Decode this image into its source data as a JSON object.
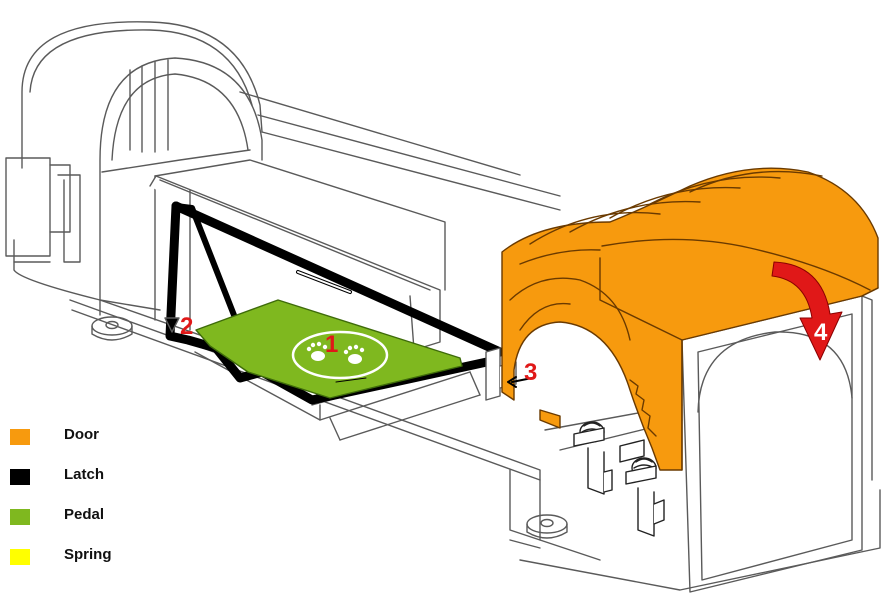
{
  "colors": {
    "door": "#f79a0e",
    "latch": "#000000",
    "pedal": "#7fb81f",
    "spring": "#ffff00",
    "step": "#e01818",
    "outline": "#5a5a5a"
  },
  "steps": [
    "1",
    "2",
    "3",
    "4"
  ],
  "legend": [
    {
      "label": "Door",
      "color": "#f79a0e"
    },
    {
      "label": "Latch",
      "color": "#000000"
    },
    {
      "label": "Pedal",
      "color": "#7fb81f"
    },
    {
      "label": "Spring",
      "color": "#ffff00"
    }
  ]
}
